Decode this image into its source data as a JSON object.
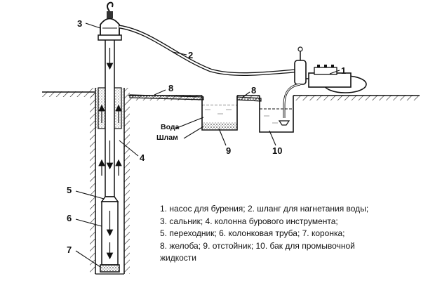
{
  "callouts": {
    "n1": "1",
    "n2": "2",
    "n3": "3",
    "n4": "4",
    "n5": "5",
    "n6": "6",
    "n7": "7",
    "n8a": "8",
    "n8b": "8",
    "n9": "9",
    "n10": "10"
  },
  "labels": {
    "water": "Вода",
    "sludge": "Шлам"
  },
  "legend": [
    "1. насос для бурения; 2. шланг для нагнетания воды;",
    "3. сальник; 4. колонна бурового инструмента;",
    "5. переходник; 6. колонковая труба; 7. коронка;",
    "8. желоба; 9. отстойник; 10. бак для промывочной",
    "жидкости"
  ]
}
